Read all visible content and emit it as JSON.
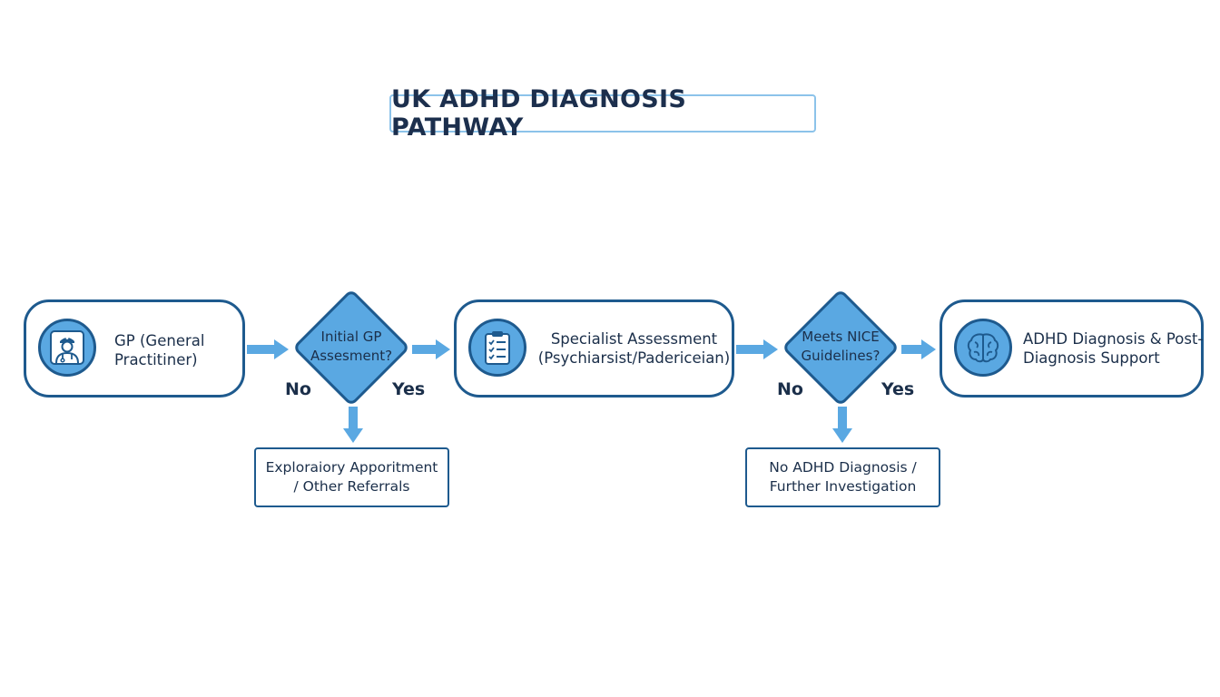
{
  "title": "UK ADHD DIAGNOSIS PATHWAY",
  "colors": {
    "accent": "#5aa8e2",
    "border": "#1e5a8e",
    "text": "#1b2f4a",
    "title_border": "#8cc3ea"
  },
  "nodes": [
    {
      "id": "gp",
      "lines": [
        "GP (General",
        "Practitiner)"
      ],
      "icon": "doctor-icon"
    },
    {
      "id": "specialist",
      "lines": [
        "Specialist Assessment",
        "(Psychiarsist/Padericeian)"
      ],
      "icon": "clipboard-checklist-icon"
    },
    {
      "id": "diagnosis",
      "lines": [
        "ADHD Diagnosis & Post-",
        "Diagnosis Support"
      ],
      "icon": "brain-icon"
    }
  ],
  "decisions": [
    {
      "id": "initial-gp",
      "lines": [
        "Initial GP",
        "Assesment?"
      ],
      "no_label": "No",
      "yes_label": "Yes"
    },
    {
      "id": "nice",
      "lines": [
        "Meets NICE",
        "Guidelines?"
      ],
      "no_label": "No",
      "yes_label": "Yes"
    }
  ],
  "outcomes": [
    {
      "id": "exploratory",
      "lines": [
        "Exploraiory Apporitment",
        "/ Other Referrals"
      ]
    },
    {
      "id": "no-adhd",
      "lines": [
        "No ADHD Diagnosis /",
        "Further Investigation"
      ]
    }
  ]
}
